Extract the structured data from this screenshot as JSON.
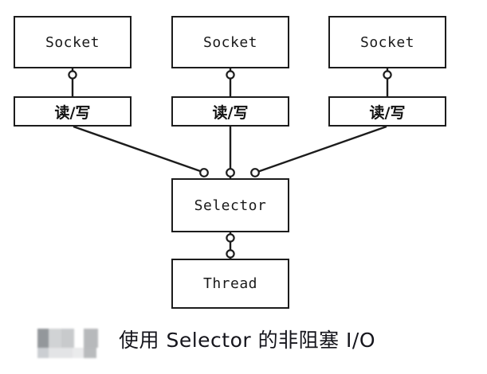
{
  "diagram": {
    "title_caption": "使用 Selector 的非阻塞 I/O",
    "nodes": {
      "socket_1": "Socket",
      "socket_2": "Socket",
      "socket_3": "Socket",
      "readwrite_1": "读/写",
      "readwrite_2": "读/写",
      "readwrite_3": "读/写",
      "selector": "Selector",
      "thread": "Thread"
    },
    "colors": {
      "stroke": "#1c1c1c",
      "box_fill": "#ffffff",
      "text": "#111111",
      "background": "#ffffff",
      "redaction_gray": "#b4b6b8"
    },
    "connections": [
      {
        "from": "socket_1",
        "to": "readwrite_1",
        "style": "vertical-socket-joint"
      },
      {
        "from": "socket_2",
        "to": "readwrite_2",
        "style": "vertical-socket-joint"
      },
      {
        "from": "socket_3",
        "to": "readwrite_3",
        "style": "vertical-socket-joint"
      },
      {
        "from": "readwrite_1",
        "to": "selector",
        "style": "diagonal-joint"
      },
      {
        "from": "readwrite_2",
        "to": "selector",
        "style": "vertical-joint"
      },
      {
        "from": "readwrite_3",
        "to": "selector",
        "style": "diagonal-joint"
      },
      {
        "from": "selector",
        "to": "thread",
        "style": "double-joint"
      }
    ],
    "caption_redaction": {
      "present": true,
      "description": "blurred gray watermark block"
    }
  }
}
